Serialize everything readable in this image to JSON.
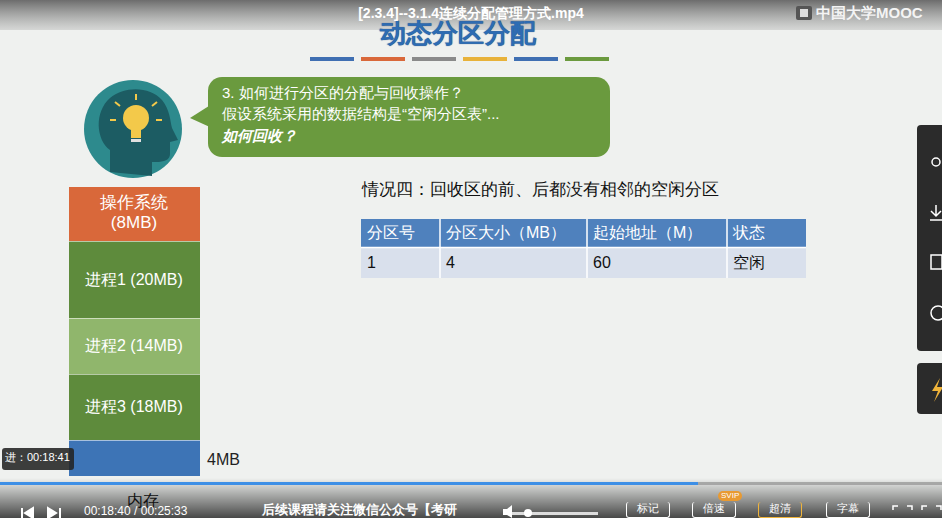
{
  "diagram": {
    "title": "动态分区分配",
    "nodes": [
      {
        "text": [
          "3. 如何进行分区的分配与回收操作？",
          "假设系统采用的数据结构是“空闲分区表”...",
          "如何回收？"
        ]
      },
      {
        "text": [
          "内存"
        ]
      },
      {
        "text": [
          "操作系统 (8MB)"
        ],
        "in": 1
      },
      {
        "text": [
          "进程1 (20MB)"
        ],
        "in": 1
      },
      {
        "text": [
          "进程2 (14MB)"
        ],
        "in": 1
      },
      {
        "text": [
          "进程3 (18MB)"
        ],
        "in": 1
      },
      {
        "text": [
          "4MB"
        ],
        "in": 1
      },
      {
        "text": [
          "进：00:18:41"
        ]
      },
      {
        "text": [
          "标记"
        ]
      },
      {
        "text": [
          "倍速",
          "SVIP"
        ]
      },
      {
        "text": [
          "超清"
        ]
      },
      {
        "text": [
          "字幕"
        ]
      }
    ],
    "labels": [
      "[2.3.4]--3.1.4连续分配管理方式.mp4",
      "中国大学MOOC",
      "情况四：回收区的前、后都没有相邻的空闲分区",
      "分区号",
      "分区大小（MB）",
      "起始地址（M）",
      "状态",
      "1",
      "4",
      "60",
      "空闲",
      "00:18:40 / 00:25:33",
      "后续课程请关注微信公众号【考研"
    ]
  }
}
